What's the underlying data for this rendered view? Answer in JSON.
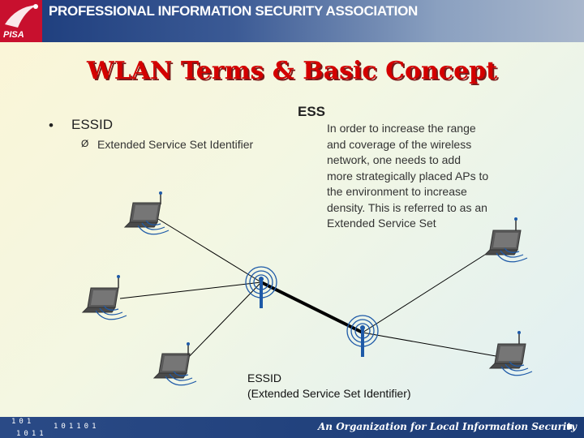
{
  "header": {
    "logo_text": "PISA",
    "org_name": "PROFESSIONAL INFORMATION SECURITY ASSOCIATION",
    "brand_color": "#c8102e"
  },
  "slide": {
    "title": "WLAN Terms & Basic Concept",
    "bullet_symbol": "•",
    "bullet_text": "ESSID",
    "arrow_symbol": "Ø",
    "sub_text": "Extended Service Set Identifier",
    "ess_label": "ESS",
    "ess_description": "In order to increase the range and coverage of the wireless network, one needs to add more strategically placed APs to the environment to increase density. This is referred to as an Extended Service Set",
    "caption_line1": "ESSID",
    "caption_line2": "(Extended Service Set Identifier)"
  },
  "diagram": {
    "laptops": [
      "laptop-top-left",
      "laptop-mid-left",
      "laptop-bottom-left",
      "laptop-top-right",
      "laptop-bottom-right"
    ],
    "access_points": [
      "access-point-left",
      "access-point-right"
    ],
    "link_color": "#000000",
    "signal_color": "#1e5aa8"
  },
  "footer": {
    "binary_1": "101",
    "binary_2": "1011",
    "binary_3": "101101",
    "tagline": "An Organization for Local Information Security"
  }
}
